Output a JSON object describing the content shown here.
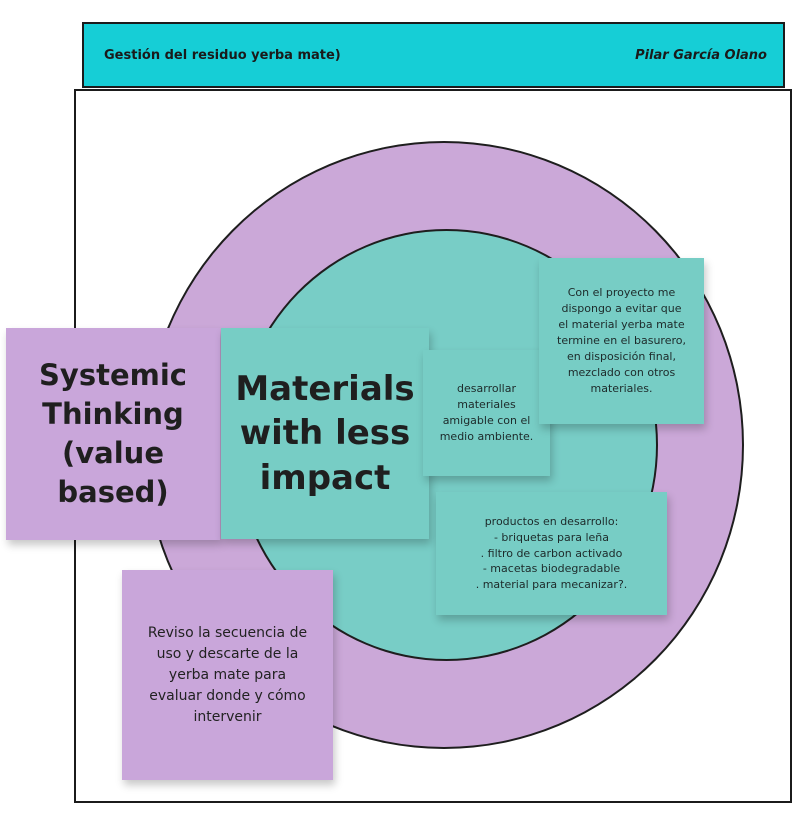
{
  "header": {
    "title": "Gestión del residuo yerba mate)",
    "author": "Pilar García Olano"
  },
  "stickies": {
    "systemic": "Systemic Thinking (value based)",
    "materials": "Materials with less impact",
    "desarrollar": "desarrollar\nmateriales\namigable con el\nmedio ambiente.",
    "proyecto": "Con el proyecto me\ndispongo a evitar que\nel material yerba mate\ntermine en el basurero,\nen disposición final,\nmezclado con otros\nmateriales.",
    "productos": "productos en desarrollo:\n- briquetas para leña\n. filtro de carbon activado\n- macetas biodegradable\n. material para mecanizar?.",
    "reviso": "Reviso la secuencia de\nuso y descarte de la\nyerba mate para\nevaluar donde y cómo\nintervenir"
  },
  "colors": {
    "header": "#16ced6",
    "purple": "#c9a6da",
    "teal": "#77cdc5"
  }
}
